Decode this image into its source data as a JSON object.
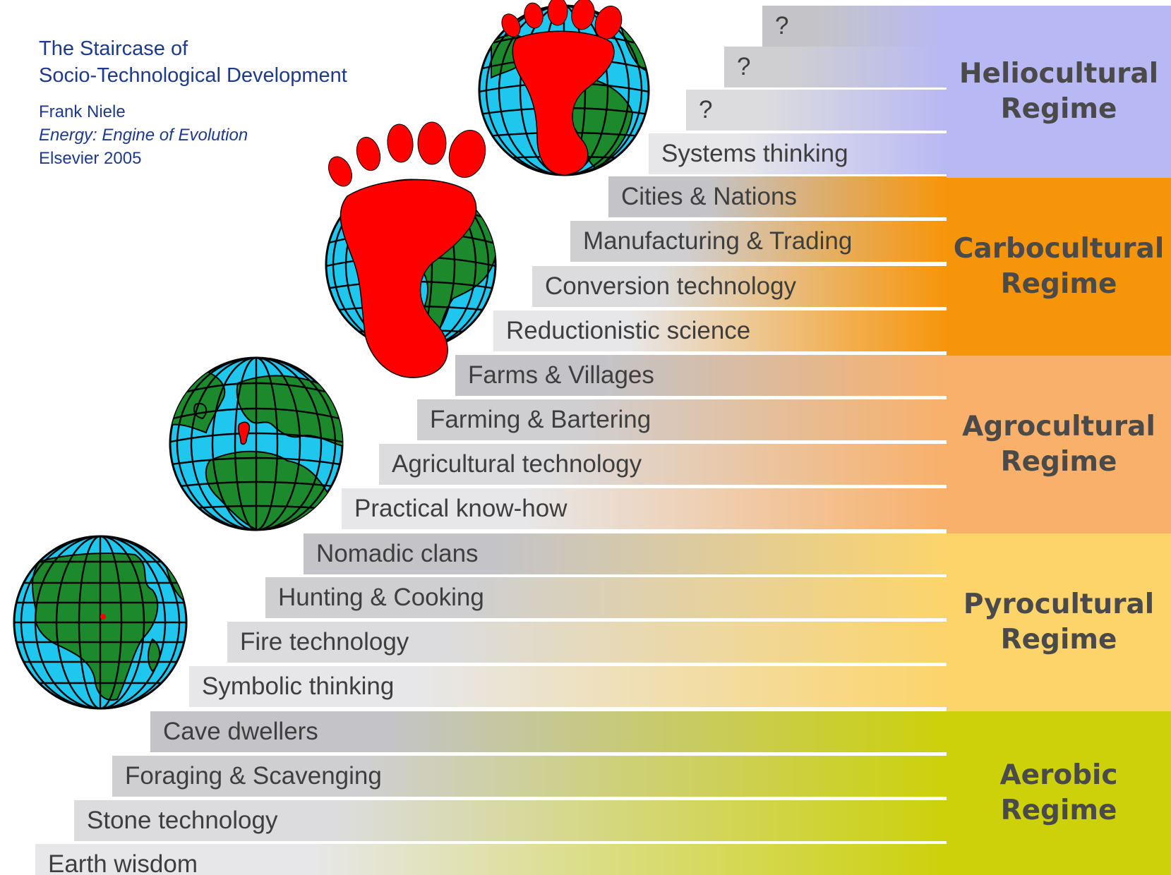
{
  "caption": {
    "title_line1": "The Staircase of",
    "title_line2": "Socio-Technological Development",
    "author": "Frank Niele",
    "book": "Energy: Engine of Evolution",
    "publisher": "Elsevier 2005"
  },
  "regimes": [
    {
      "label": "Heliocultural\nRegime",
      "color": "#b8b8f4"
    },
    {
      "label": "Carbocultural\nRegime",
      "color": "#f7950a"
    },
    {
      "label": "Agrocultural\nRegime",
      "color": "#f8b06a"
    },
    {
      "label": "Pyrocultural\nRegime",
      "color": "#fcd46a"
    },
    {
      "label": "Aerobic\nRegime",
      "color": "#ccd10a"
    }
  ],
  "steps": [
    {
      "label": "?",
      "regime": 0
    },
    {
      "label": "?",
      "regime": 0
    },
    {
      "label": "?",
      "regime": 0
    },
    {
      "label": "Systems thinking",
      "regime": 0
    },
    {
      "label": "Cities & Nations",
      "regime": 1
    },
    {
      "label": "Manufacturing & Trading",
      "regime": 1
    },
    {
      "label": "Conversion technology",
      "regime": 1
    },
    {
      "label": "Reductionistic science",
      "regime": 1
    },
    {
      "label": "Farms & Villages",
      "regime": 2
    },
    {
      "label": "Farming & Bartering",
      "regime": 2
    },
    {
      "label": "Agricultural technology",
      "regime": 2
    },
    {
      "label": "Practical know-how",
      "regime": 2
    },
    {
      "label": "Nomadic clans",
      "regime": 3
    },
    {
      "label": "Hunting & Cooking",
      "regime": 3
    },
    {
      "label": "Fire technology",
      "regime": 3
    },
    {
      "label": "Symbolic thinking",
      "regime": 3
    },
    {
      "label": "Cave dwellers",
      "regime": 4
    },
    {
      "label": "Foraging & Scavenging",
      "regime": 4
    },
    {
      "label": "Stone technology",
      "regime": 4
    },
    {
      "label": "Earth wisdom",
      "regime": 4
    }
  ],
  "globes": [
    {
      "name": "globe-africa-icon",
      "footprint": "none"
    },
    {
      "name": "globe-europe-icon",
      "footprint": "small"
    },
    {
      "name": "globe-footprint-large-icon",
      "footprint": "large"
    },
    {
      "name": "globe-footprint-full-icon",
      "footprint": "full"
    }
  ],
  "colors": {
    "ocean": "#1fc7ee",
    "land": "#1c8a2c",
    "footprint": "#ff0000",
    "caption": "#1d3a8c"
  }
}
